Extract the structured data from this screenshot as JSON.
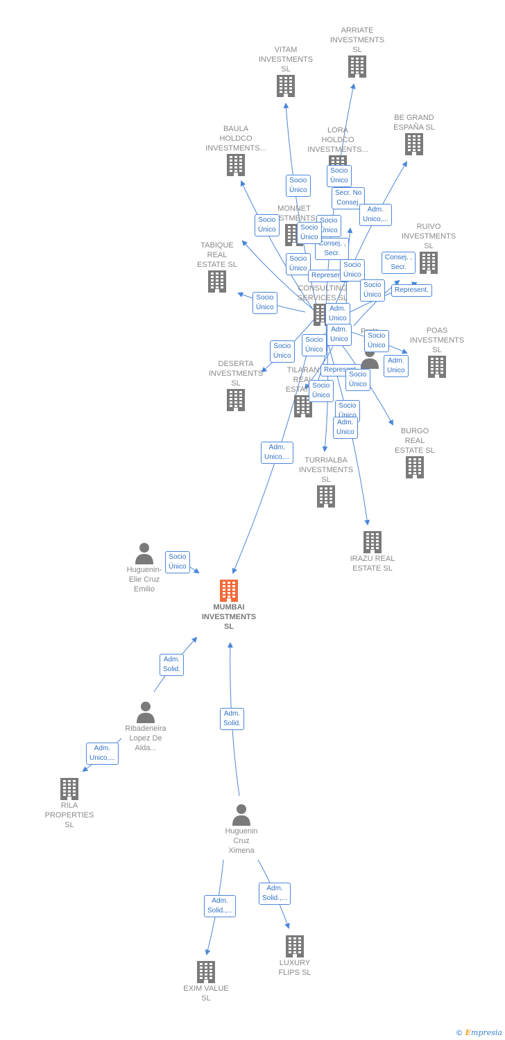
{
  "footer": {
    "copyright_symbol": "©",
    "brand_initial": "E",
    "brand_rest": "mpresia"
  },
  "nodes": [
    {
      "id": "arriate",
      "type": "company",
      "label": "ARRIATE\nINVESTMENTS\nSL"
    },
    {
      "id": "vitam",
      "type": "company",
      "label": "VITAM\nINVESTMENTS\nSL"
    },
    {
      "id": "begrand",
      "type": "company",
      "label": "BE GRAND\nESPAÑA  SL"
    },
    {
      "id": "baula",
      "type": "company",
      "label": "BAULA\nHOLDCO\nINVESTMENTS..."
    },
    {
      "id": "lora",
      "type": "company",
      "label": "LORA\nHOLDCO\nINVESTMENTS..."
    },
    {
      "id": "monnet",
      "type": "company",
      "label": "MONNET\nINVESTMENTS  SL"
    },
    {
      "id": "ruivo",
      "type": "company",
      "label": "RUIVO\nINVESTMENTS\nSL"
    },
    {
      "id": "tabique",
      "type": "company",
      "label": "TABIQUE\nREAL\nESTATE  SL"
    },
    {
      "id": "consulting",
      "type": "company",
      "label": "CONSULTING\nSERVICES  SL"
    },
    {
      "id": "prats",
      "type": "person",
      "label": "Prats\nM..."
    },
    {
      "id": "poas",
      "type": "company",
      "label": "POAS\nINVESTMENTS\nSL"
    },
    {
      "id": "deserta",
      "type": "company",
      "label": "DESERTA\nINVESTMENTS\nSL"
    },
    {
      "id": "tilaran",
      "type": "company",
      "label": "TILARAN\nREAL\nESTATE..."
    },
    {
      "id": "burgo",
      "type": "company",
      "label": "BURGO\nREAL\nESTATE  SL"
    },
    {
      "id": "turrialba",
      "type": "company",
      "label": "TURRIALBA\nINVESTMENTS\nSL"
    },
    {
      "id": "irazu",
      "type": "company",
      "label": "IRAZU REAL\nESTATE  SL"
    },
    {
      "id": "huguenin_elie",
      "type": "person",
      "label": "Huguenin-\nElie Cruz\nEmilio"
    },
    {
      "id": "mumbai",
      "type": "company",
      "label": "MUMBAI\nINVESTMENTS\nSL",
      "main": true
    },
    {
      "id": "ribadeneira",
      "type": "person",
      "label": "Ribadeneira\nLopez De\nAlda..."
    },
    {
      "id": "rila",
      "type": "company",
      "label": "RILA\nPROPERTIES\nSL"
    },
    {
      "id": "huguenin_ximena",
      "type": "person",
      "label": "Huguenin\nCruz\nXimena"
    },
    {
      "id": "exim",
      "type": "company",
      "label": "EXIM VALUE\nSL"
    },
    {
      "id": "luxury",
      "type": "company",
      "label": "LUXURY\nFLIPS  SL"
    }
  ],
  "badges": [
    {
      "id": "b1",
      "text": "Socio\nÚnico"
    },
    {
      "id": "b2",
      "text": "Socio\nÚnico"
    },
    {
      "id": "b3",
      "text": "Secr.  No\nConsej."
    },
    {
      "id": "b4",
      "text": "Adm.\nUnico,..."
    },
    {
      "id": "b5",
      "text": "Socio\nÚnico"
    },
    {
      "id": "b6",
      "text": "Socio\nÚnico"
    },
    {
      "id": "b7",
      "text": "Consej. ,\nSecr."
    },
    {
      "id": "b8",
      "text": "Consej. ,\nSecr."
    },
    {
      "id": "b9",
      "text": "Socio\nÚnico"
    },
    {
      "id": "b10",
      "text": "Represent."
    },
    {
      "id": "b11",
      "text": "Socio\nÚnico"
    },
    {
      "id": "b12",
      "text": "Represent."
    },
    {
      "id": "b13",
      "text": "Socio\nÚnico"
    },
    {
      "id": "b14",
      "text": "Socio\nÚnico"
    },
    {
      "id": "b15",
      "text": "Adm.\nUnico"
    },
    {
      "id": "b16",
      "text": "Adm.\nUnico"
    },
    {
      "id": "b17",
      "text": "Socio\nÚnico"
    },
    {
      "id": "b18",
      "text": "Socio\nÚnico"
    },
    {
      "id": "b19",
      "text": "Socio\nÚnico"
    },
    {
      "id": "b20",
      "text": "Adm.\nUnico"
    },
    {
      "id": "b21",
      "text": "Represent."
    },
    {
      "id": "b22",
      "text": "Socio\nÚnico"
    },
    {
      "id": "b23",
      "text": "Socio\nÚnico"
    },
    {
      "id": "b24",
      "text": "Socio\nÚnico"
    },
    {
      "id": "b25",
      "text": "Adm.\nUnico"
    },
    {
      "id": "b26",
      "text": "Socio\nÚnico"
    },
    {
      "id": "b27",
      "text": "Adm.\nUnico,..."
    },
    {
      "id": "b28",
      "text": "Socio\nÚnico"
    },
    {
      "id": "b29",
      "text": "Adm.\nSolid."
    },
    {
      "id": "b30",
      "text": "Adm.\nSolid."
    },
    {
      "id": "b31",
      "text": "Adm.\nUnico,..."
    },
    {
      "id": "b32",
      "text": "Adm.\nSolid.,..."
    },
    {
      "id": "b33",
      "text": "Adm.\nSolid.,..."
    }
  ],
  "colors": {
    "edge": "#4a86d8",
    "icon": "#7a7a7a",
    "main_icon": "#f26a3a",
    "label": "#888888"
  }
}
